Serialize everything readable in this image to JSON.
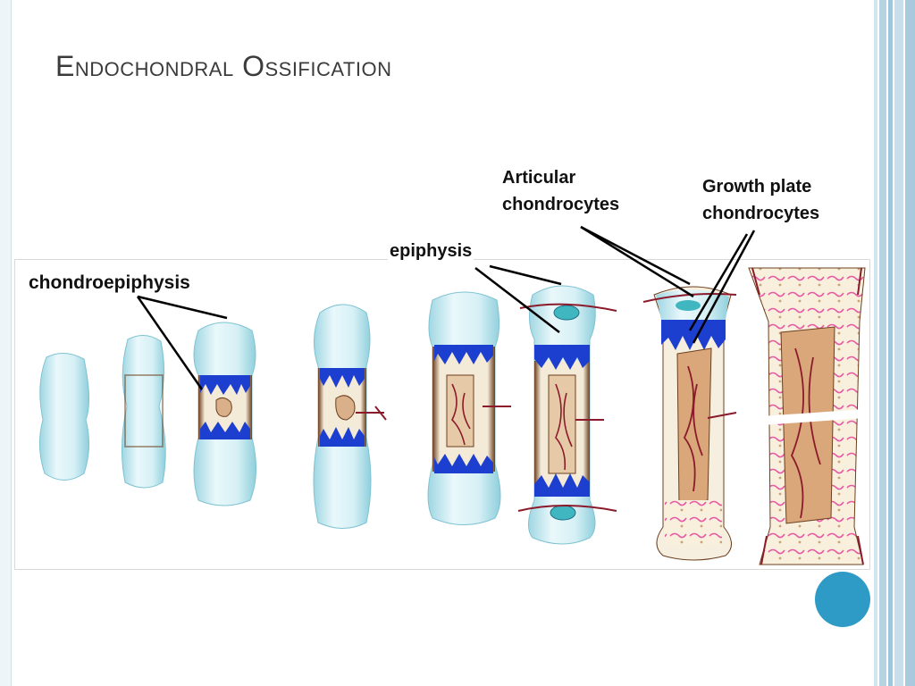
{
  "slide": {
    "title": "Endochondral Ossification"
  },
  "labels": {
    "chondroepiphysis": "chondroepiphysis",
    "epiphysis": "epiphysis",
    "articular": [
      "Articular",
      "chondrocytes"
    ],
    "growth_plate": [
      "Growth plate",
      "chondrocytes"
    ]
  },
  "colors": {
    "accent": "#2e9bc6",
    "cartilage": "#d9f2f6",
    "growth_zone": "#1d3fd0",
    "bone": "#c9a27a",
    "vessel": "#8b1a2b"
  },
  "icons": [
    "slide-progress-circle"
  ]
}
